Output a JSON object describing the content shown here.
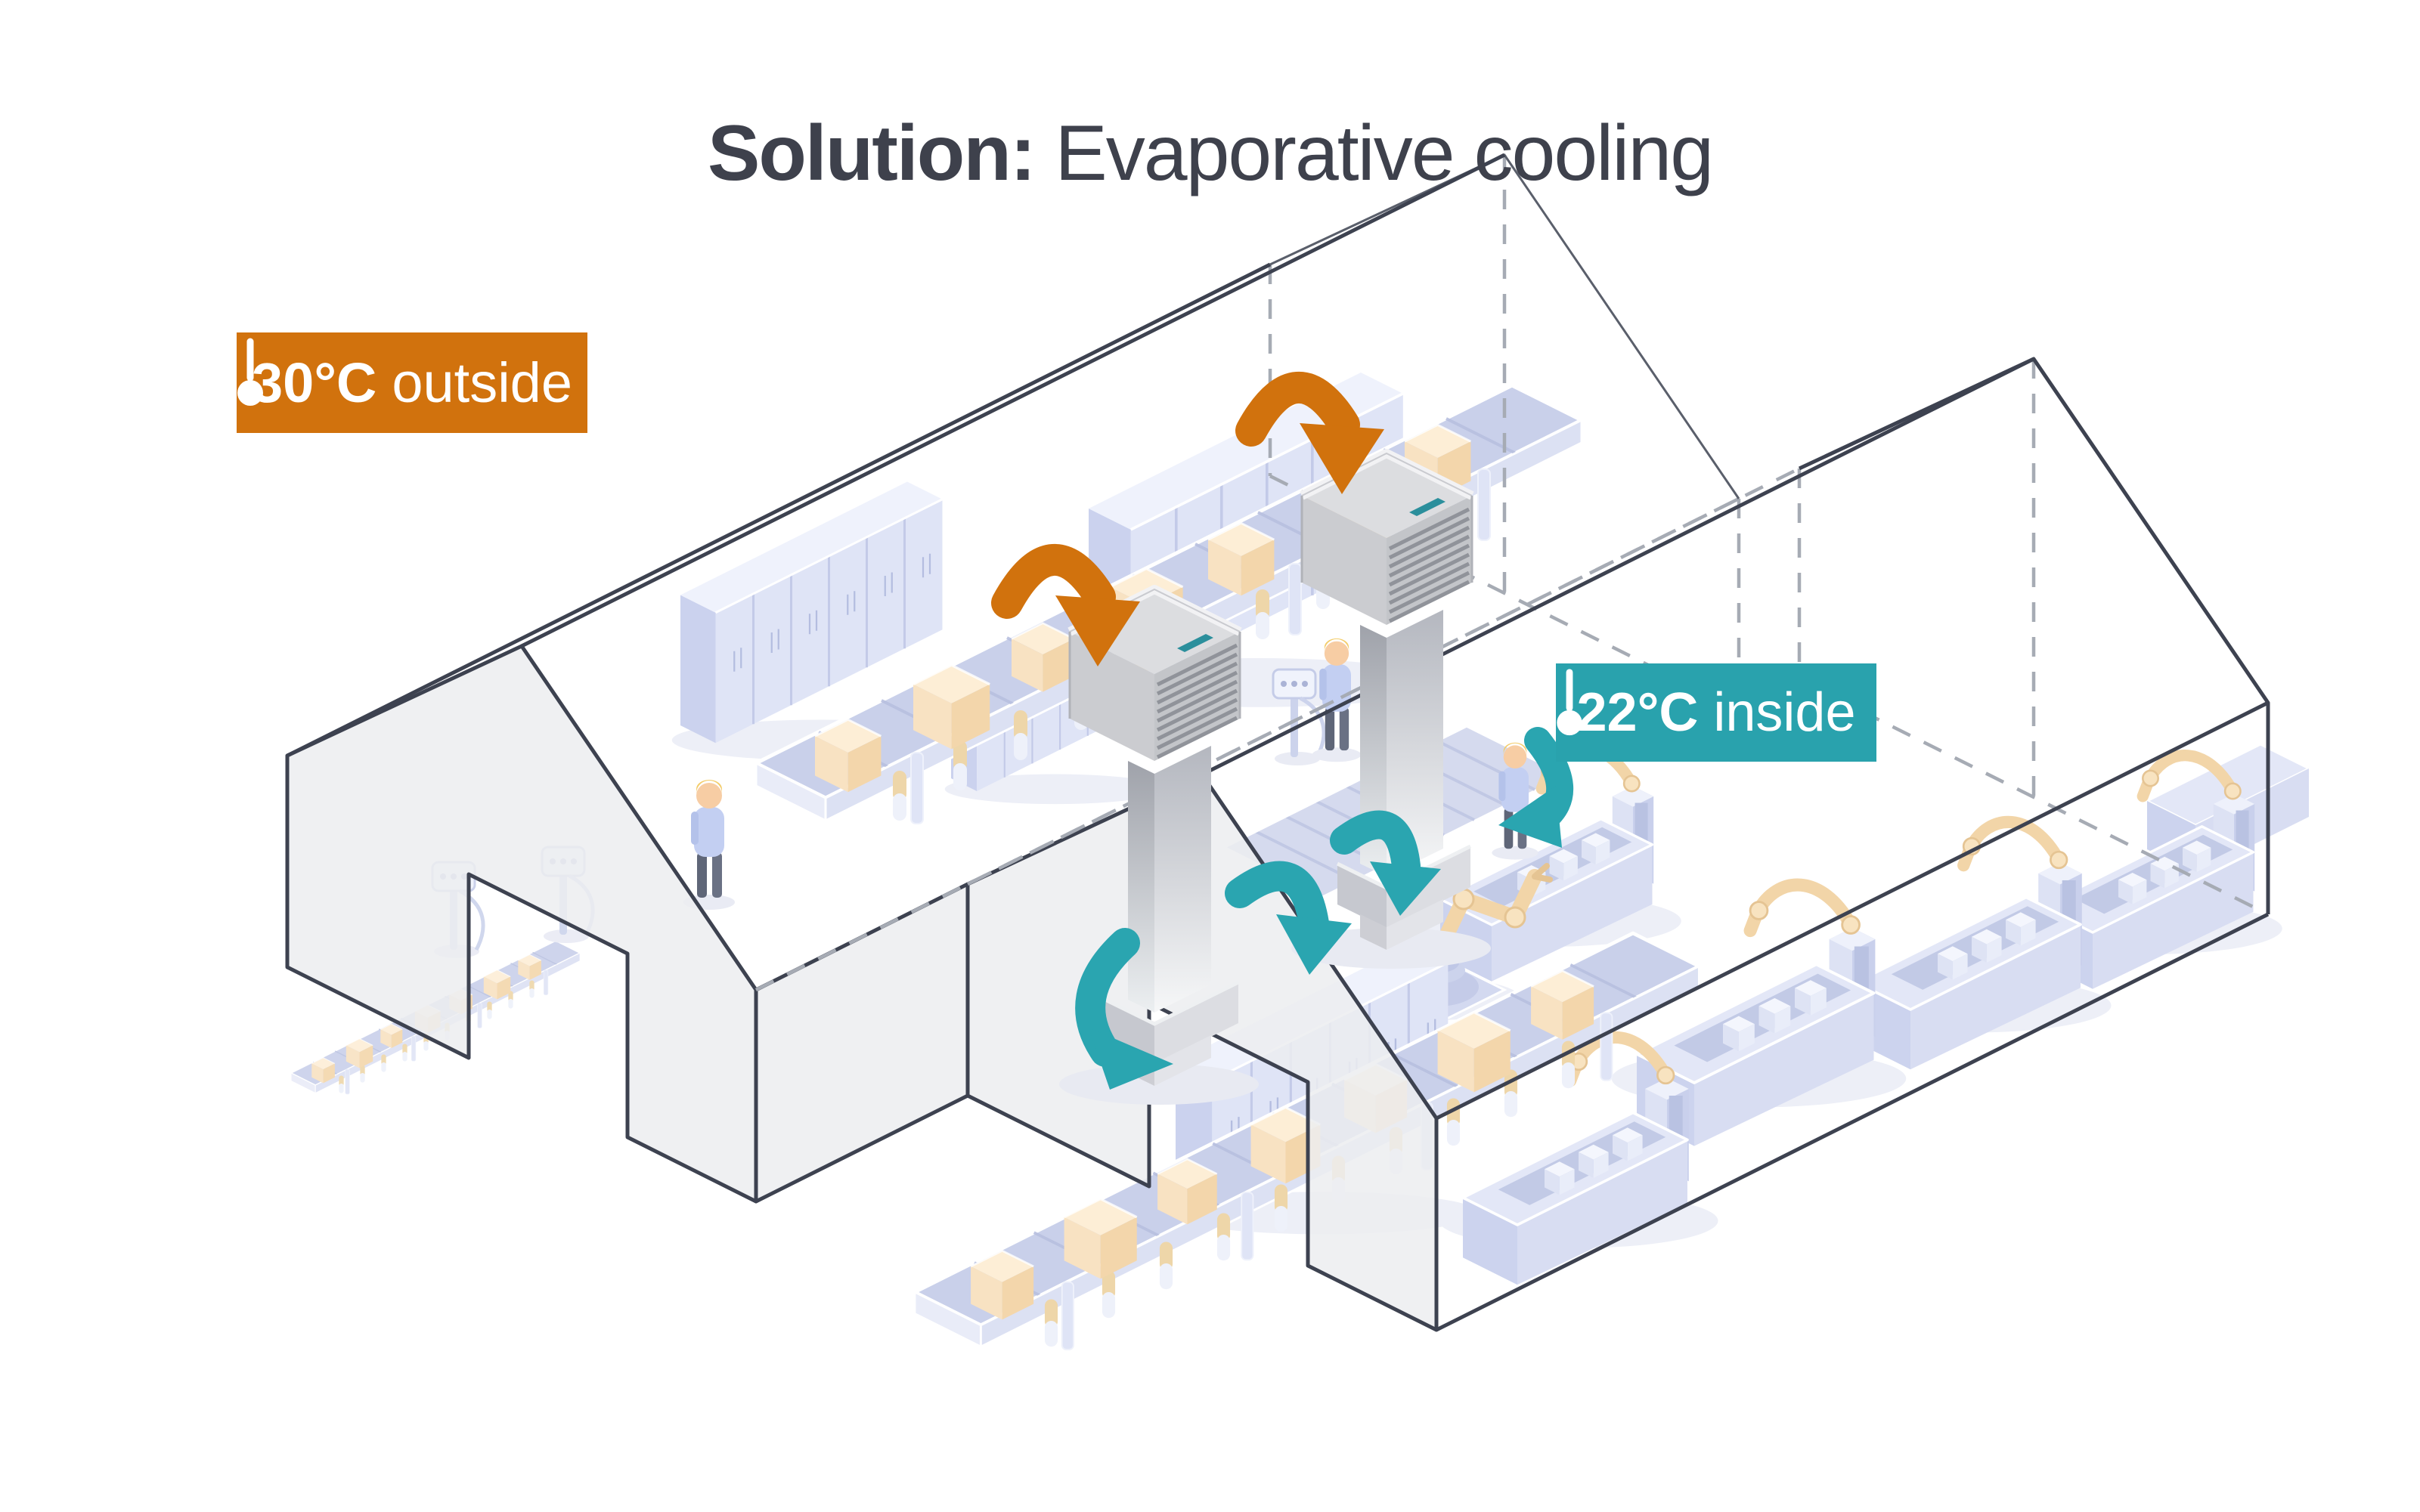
{
  "title": {
    "prefix": "Solution:",
    "rest": " Evaporative cooling"
  },
  "badges": {
    "outside": {
      "value": "30°C",
      "label": "outside",
      "icon": "thermometer",
      "background": "#d1720d"
    },
    "inside": {
      "value": "22°C",
      "label": "inside",
      "icon": "thermometer",
      "background": "#29a2ad"
    }
  },
  "scene": {
    "type": "isometric-factory-cutaway",
    "building": {
      "sheds": 2,
      "wall_color": "#ecedf0",
      "outline_color": "#3d4250",
      "hidden_line_color": "#a6abb4"
    },
    "coolers": {
      "count": 2,
      "name": "evaporative-cooler-tower",
      "body_color": "#c6c8ce",
      "accent_color": "#2b8f9c"
    },
    "airflow": {
      "warm_air_arrows": {
        "count": 2,
        "color": "#d1720d",
        "meaning": "30°C outside air drawn into coolers"
      },
      "cool_air_arrows": {
        "count": 4,
        "color": "#2aa5b0",
        "meaning": "22°C cooled air distributed inside"
      }
    },
    "equipment": [
      "cabinet-bank",
      "locker-bank",
      "conveyor-with-boxes",
      "hanging-parts-rail",
      "robot-arm-station",
      "workbench",
      "control-panel",
      "treadmill-belt"
    ],
    "workers": 3,
    "palette": {
      "lavender_light": "#eef1fb",
      "lavender": "#dfe4f6",
      "lavender_dark": "#ccd3ee",
      "carton_top": "#fdeed6",
      "carton_side": "#f3d6ab",
      "robot_tan": "#f2d5a8"
    }
  }
}
